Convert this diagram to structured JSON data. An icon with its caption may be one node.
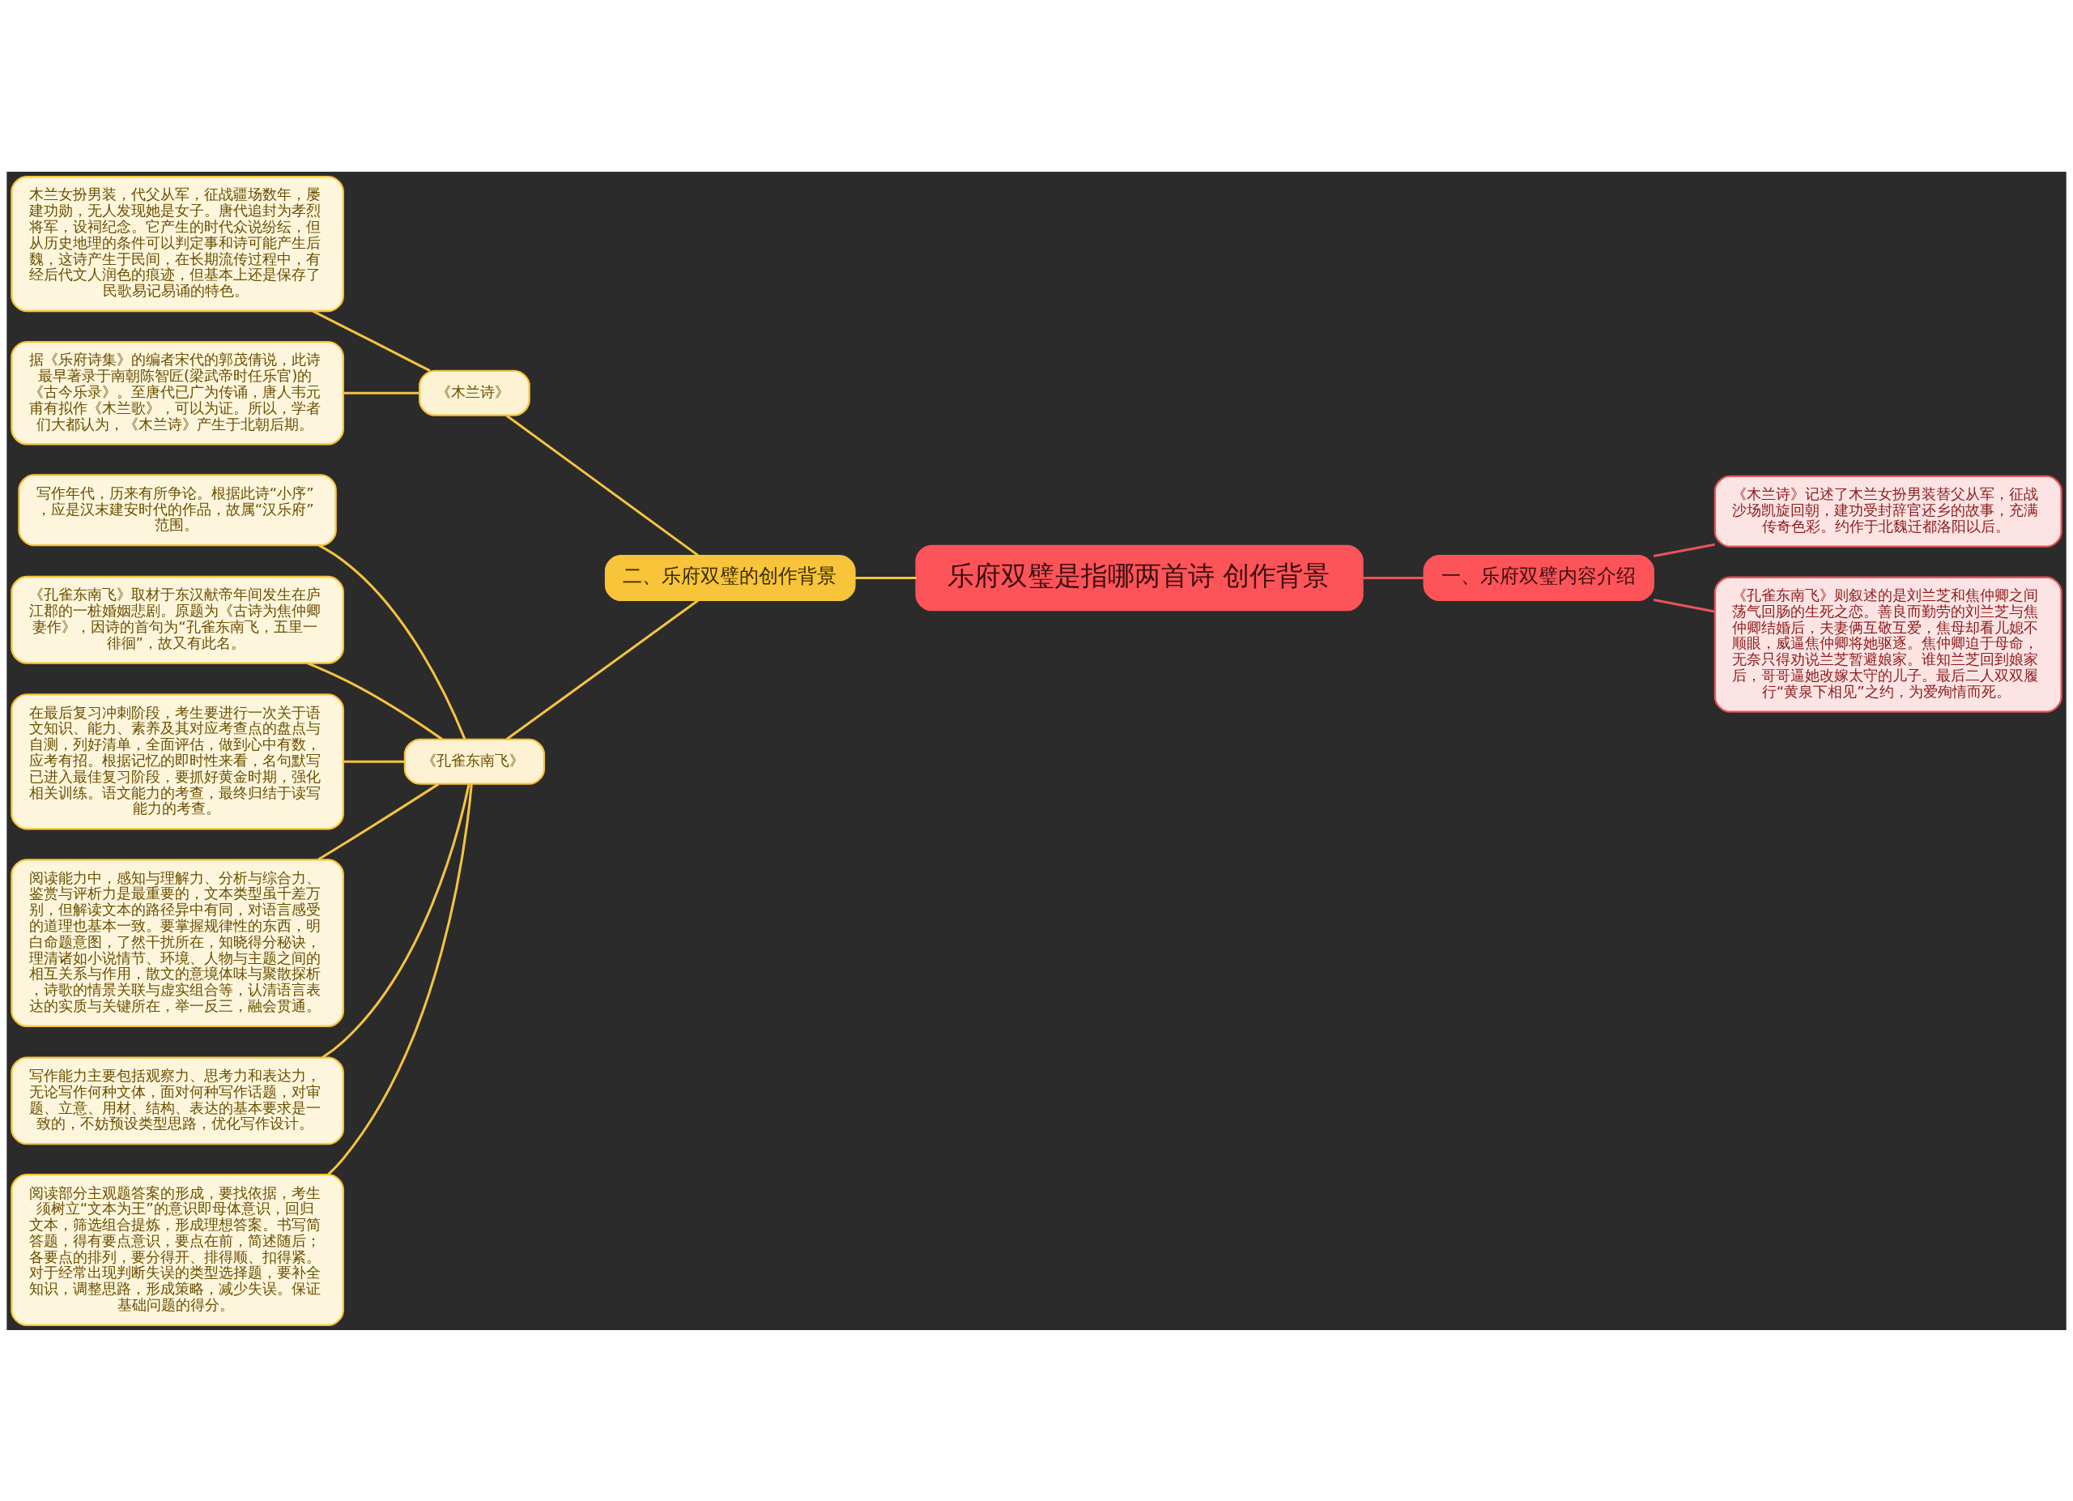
{
  "diagram": {
    "nodes": [
      {
        "text": [
          "乐府双璧是指哪两首诗 创作背景"
        ]
      },
      {
        "text": [
          "一、乐府双璧内容介绍"
        ]
      },
      {
        "text": [
          "《木兰诗》记述了木兰女扮男装替父从军，征战沙场凯旋回朝，建功受封辞官还乡的故事，充满传奇色彩。约作于北魏迁都洛阳以后。"
        ]
      },
      {
        "text": [
          "《孔雀东南飞》则叙述的是刘兰芝和焦仲卿之间荡气回肠的生死之恋。善良而勤劳的刘兰芝与焦仲卿结婚后，夫妻俩互敬互爱，焦母却看儿媳不顺眼，威逼焦仲卿将她驱逐。焦仲卿迫于母命，无奈只得劝说兰芝暂避娘家。谁知兰芝回到娘家后，哥哥逼她改嫁太守的儿子。最后二人双双履行“黄泉下相见”之约，为爱殉情而死。"
        ]
      },
      {
        "text": [
          "二、乐府双璧的创作背景"
        ]
      },
      {
        "text": [
          "《木兰诗》"
        ]
      },
      {
        "text": [
          "木兰女扮男装，代父从军，征战疆场数年，屡建功勋，无人发现她是女子。唐代追封为孝烈将军，设祠纪念。它产生的时代众说纷纭，但从历史地理的条件可以判定事和诗可能产生后魏，这诗产生于民间，在长期流传过程中，有经后代文人润色的痕迹，但基本上还是保存了民歌易记易诵的特色。"
        ]
      },
      {
        "text": [
          "据《乐府诗集》的编者宋代的郭茂倩说，此诗最早著录于南朝陈智匠(梁武帝时任乐官)的《古今乐录》。至唐代已广为传诵，唐人韦元甫有拟作《木兰歌》，可以为证。所以，学者们大都认为，《木兰诗》产生于北朝后期。"
        ]
      },
      {
        "text": [
          "《孔雀东南飞》"
        ]
      },
      {
        "text": [
          "写作年代，历来有所争论。根据此诗“小序”，应是汉末建安时代的作品，故属“汉乐府”范围。"
        ]
      },
      {
        "text": [
          "《孔雀东南飞》取材于东汉献帝年间发生在庐江郡的一桩婚姻悲剧。原题为《古诗为焦仲卿妻作》，因诗的首句为“孔雀东南飞，五里一徘徊”，故又有此名。"
        ]
      },
      {
        "text": [
          "在最后复习冲刺阶段，考生要进行一次关于语文知识、能力、素养及其对应考查点的盘点与自测，列好清单，全面评估，做到心中有数，应考有招。根据记忆的即时性来看，名句默写已进入最佳复习阶段，要抓好黄金时期，强化相关训练。语文能力的考查，最终归结于读写能力的考查。"
        ]
      },
      {
        "text": [
          "阅读能力中，感知与理解力、分析与综合力、鉴赏与评析力是最重要的，文本类型虽千差万别，但解读文本的路径异中有同，对语言感受的道理也基本一致。要掌握规律性的东西，明白命题意图，了然干扰所在，知晓得分秘诀，理清诸如小说情节、环境、人物与主题之间的相互关系与作用，散文的意境体味与聚散探析，诗歌的情景关联与虚实组合等，认清语言表达的实质与关键所在，举一反三，融会贯通。"
        ]
      },
      {
        "text": [
          "写作能力主要包括观察力、思考力和表达力，无论写作何种文体，面对何种写作话题，对审题、立意、用材、结构、表达的基本要求是一致的，不妨预设类型思路，优化写作设计。"
        ]
      },
      {
        "text": [
          "阅读部分主观题答案的形成，要找依据，考生须树立“文本为王”的意识即母体意识，回归文本，筛选组合提炼，形成理想答案。书写简答题，得有要点意识，要点在前，简述随后；各要点的排列，要分得开、排得顺、扣得紧。对于经常出现判断失误的类型选择题，要补全知识，调整思路，形成策略，减少失误。保证基础问题的得分。"
        ]
      }
    ],
    "edges": [
      {
        "from": 0,
        "to": 1,
        "arrow": "none",
        "color": "#e8555a"
      },
      {
        "from": 1,
        "to": 2,
        "arrow": "none",
        "color": "#e8555a"
      },
      {
        "from": 1,
        "to": 3,
        "arrow": "none",
        "color": "#e8555a"
      },
      {
        "from": 0,
        "to": 4,
        "arrow": "none"
      },
      {
        "from": 4,
        "to": 5,
        "arrow": "none"
      },
      {
        "from": 5,
        "to": 6,
        "arrow": "none"
      },
      {
        "from": 5,
        "to": 7,
        "arrow": "none"
      },
      {
        "from": 4,
        "to": 8,
        "arrow": "none"
      },
      {
        "from": 8,
        "to": 9,
        "arrow": "none"
      },
      {
        "from": 8,
        "to": 10,
        "arrow": "none"
      },
      {
        "from": 8,
        "to": 11,
        "arrow": "none"
      },
      {
        "from": 8,
        "to": 12,
        "arrow": "none"
      },
      {
        "from": 8,
        "to": 13,
        "arrow": "none"
      },
      {
        "from": 8,
        "to": 14,
        "arrow": "none"
      }
    ]
  }
}
